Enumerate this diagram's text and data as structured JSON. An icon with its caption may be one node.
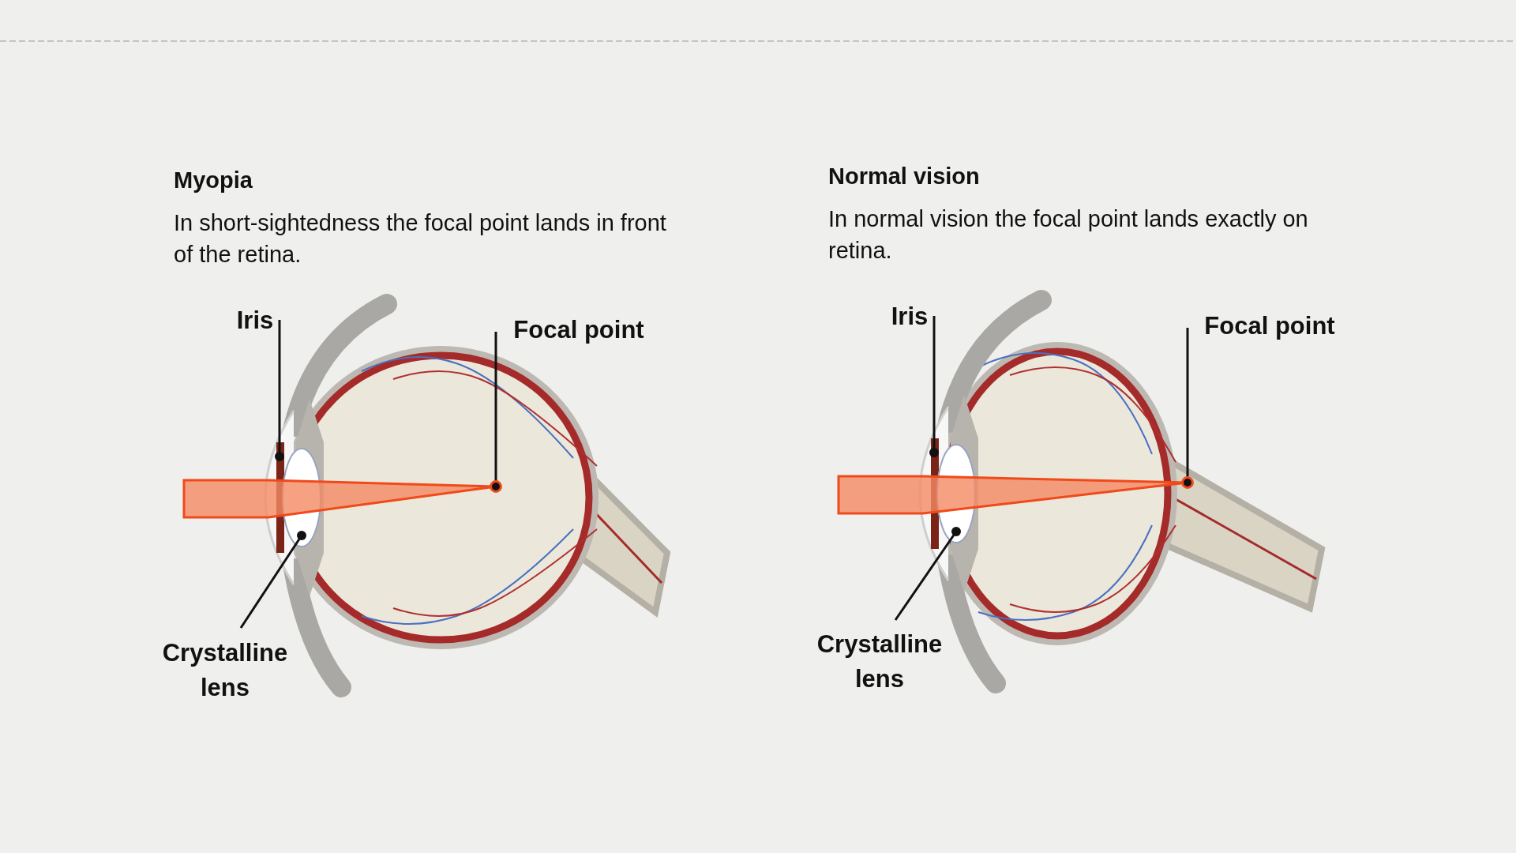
{
  "diagram": {
    "nodes": [
      {
        "text": [
          "Iris"
        ]
      },
      {
        "text": [
          "Focal point"
        ]
      },
      {
        "text": [
          "Crystalline lens"
        ]
      },
      {
        "text": [
          "Iris"
        ]
      },
      {
        "text": [
          "Focal point"
        ]
      },
      {
        "text": [
          "Crystalline lens"
        ]
      }
    ],
    "edges": [
      {
        "from": 0,
        "to": null,
        "arrow": "other"
      },
      {
        "from": 1,
        "to": null,
        "arrow": "other"
      },
      {
        "from": 2,
        "to": null,
        "arrow": "other"
      },
      {
        "from": 3,
        "to": null,
        "arrow": "other"
      },
      {
        "from": 4,
        "to": null,
        "arrow": "other"
      },
      {
        "from": 5,
        "to": null,
        "arrow": "other"
      }
    ],
    "labels": [
      "Myopia",
      "In short-sightedness the focal point lands in front of the retina.",
      "Normal vision",
      "In normal vision the focal point lands exactly on retina."
    ]
  }
}
